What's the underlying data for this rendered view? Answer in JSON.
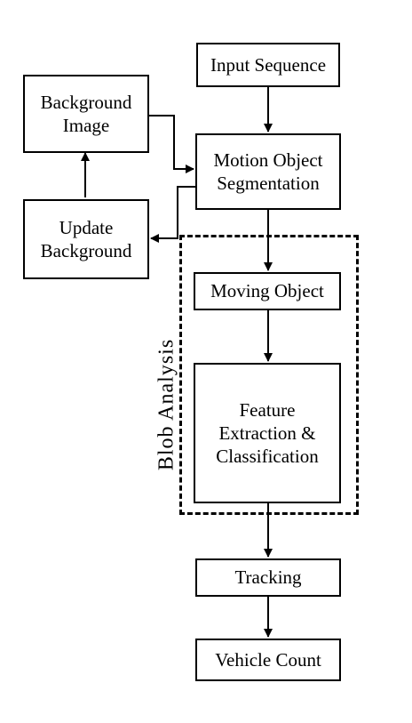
{
  "diagram": {
    "nodes": {
      "input_sequence": "Input Sequence",
      "motion_object_segmentation": "Motion Object\nSegmentation",
      "background_image": "Background\nImage",
      "update_background": "Update\nBackground",
      "moving_object": "Moving Object",
      "feature_extraction": "Feature\nExtraction &\nClassification",
      "tracking": "Tracking",
      "vehicle_count": "Vehicle Count"
    },
    "group_label": "Blob Analysis",
    "edges": [
      [
        "input_sequence",
        "motion_object_segmentation"
      ],
      [
        "background_image",
        "motion_object_segmentation"
      ],
      [
        "motion_object_segmentation",
        "update_background"
      ],
      [
        "update_background",
        "background_image"
      ],
      [
        "motion_object_segmentation",
        "moving_object"
      ],
      [
        "moving_object",
        "feature_extraction"
      ],
      [
        "feature_extraction",
        "tracking"
      ],
      [
        "tracking",
        "vehicle_count"
      ]
    ]
  }
}
